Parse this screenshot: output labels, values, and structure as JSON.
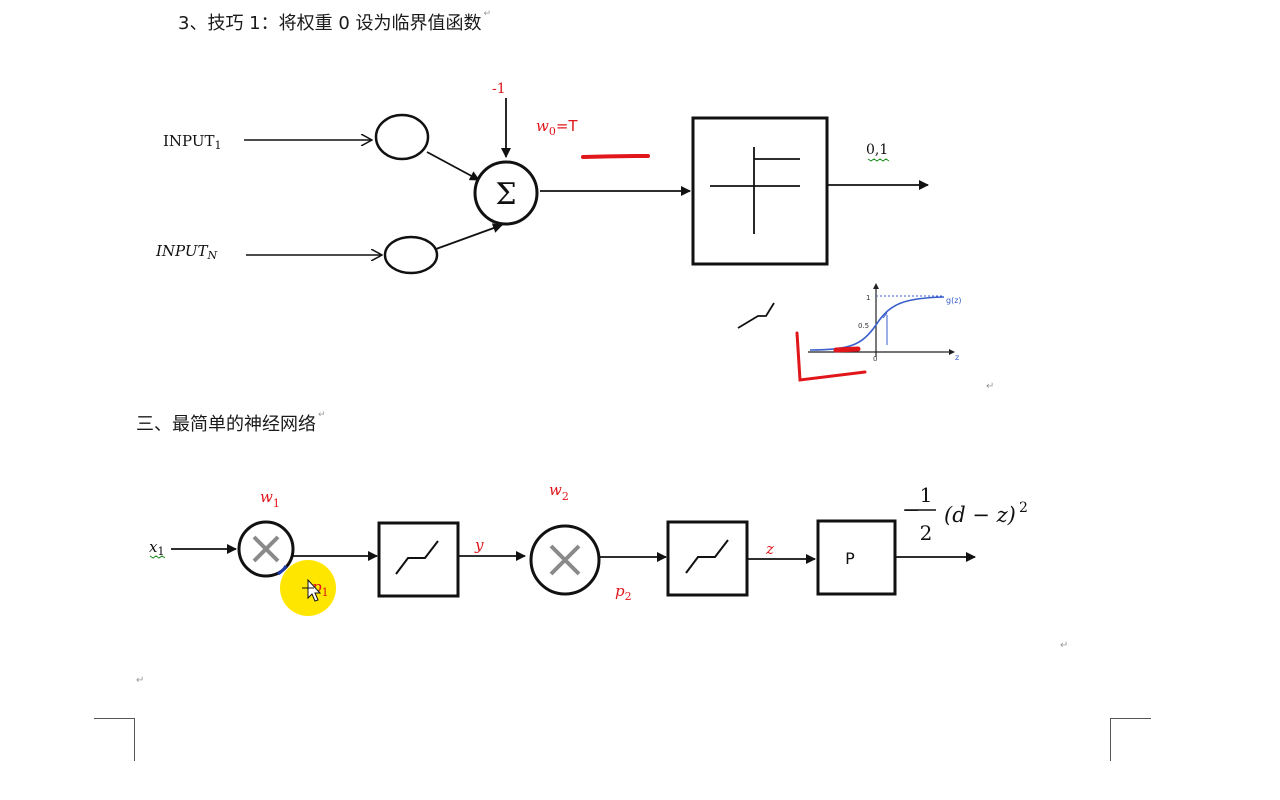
{
  "headings": {
    "trick1": "3、技巧 1：将权重 0 设为临界值函数",
    "section3": "三、最简单的神经网络"
  },
  "paragraph_mark": "↵",
  "diagram1": {
    "input_1_label": "INPUT",
    "input_1_sub": "1",
    "input_n_label": "INPUT",
    "input_n_sub": "N",
    "bias_label": "-1",
    "w0_label": "w",
    "w0_sub": "0",
    "w0_eq": "=T",
    "sum_symbol": "Σ",
    "output_label": "0,1",
    "sigmoid_g_label": "g(z)",
    "sigmoid_one": "1",
    "sigmoid_half": "0.5",
    "sigmoid_zero": "0",
    "sigmoid_z": "z"
  },
  "diagram2": {
    "x1_label": "x",
    "x1_sub": "1",
    "w1_label": "w",
    "w1_sub": "1",
    "p1_label": "p",
    "p1_sub": "1",
    "y_label": "y",
    "w2_label": "w",
    "w2_sub": "2",
    "p2_label": "p",
    "p2_sub": "2",
    "z_label": "z",
    "p_box_label": "P",
    "formula_minus": "−",
    "formula_num": "1",
    "formula_den": "2",
    "formula_expr": "(d − z)",
    "formula_exp": "2"
  },
  "colors": {
    "annotation_red": "#e0161b",
    "sigmoid_blue": "#3a5fcd",
    "cursor_highlight": "#ffe600"
  }
}
